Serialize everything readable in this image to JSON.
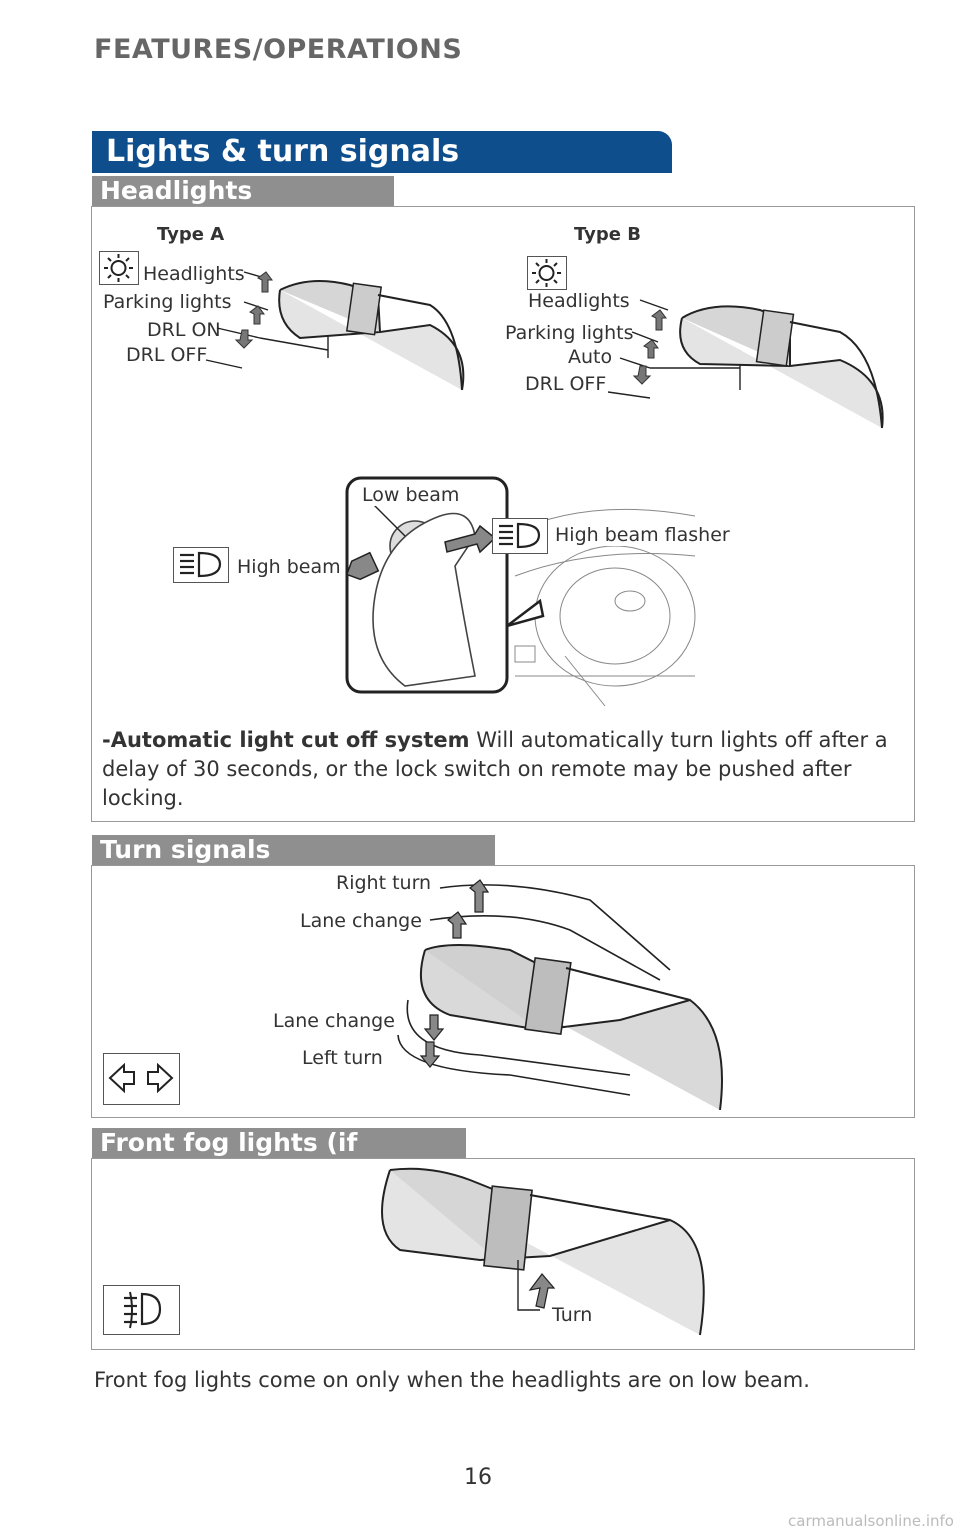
{
  "page": {
    "section_title": "FEATURES/OPERATIONS",
    "page_number": "16",
    "watermark": "carmanualsonline.info"
  },
  "main_banner": {
    "title": "Lights & turn signals"
  },
  "headlights": {
    "header": "Headlights",
    "type_a": {
      "label": "Type A",
      "items": [
        "Headlights",
        "Parking lights",
        "DRL ON",
        "DRL OFF"
      ]
    },
    "type_b": {
      "label": "Type B",
      "items": [
        "Headlights",
        "Parking lights",
        "Auto",
        "DRL OFF"
      ]
    },
    "beam": {
      "low_beam": "Low beam",
      "high_beam": "High beam",
      "high_beam_flasher": "High beam flasher"
    },
    "note_bold": "-Automatic light cut off system",
    "note_text": " Will automatically turn lights off after a delay of 30 seconds, or the lock switch on remote may be pushed after locking."
  },
  "turn_signals": {
    "header": "Turn signals",
    "right_turn": "Right turn",
    "lane_change_up": "Lane change",
    "lane_change_down": "Lane change",
    "left_turn": "Left turn"
  },
  "fog_lights": {
    "header": "Front fog lights (if equipped)",
    "turn_label": "Turn",
    "caption": "Front fog lights come on only when the headlights are on low beam."
  },
  "icons": {
    "headlight": "headlight-sun-icon",
    "high_beam": "high-beam-icon",
    "turn": "turn-signal-arrows-icon",
    "fog": "fog-light-icon"
  },
  "colors": {
    "banner": "#0f4e8c",
    "subheader": "#8f8f8f",
    "arrow": "#7a7a7a"
  }
}
